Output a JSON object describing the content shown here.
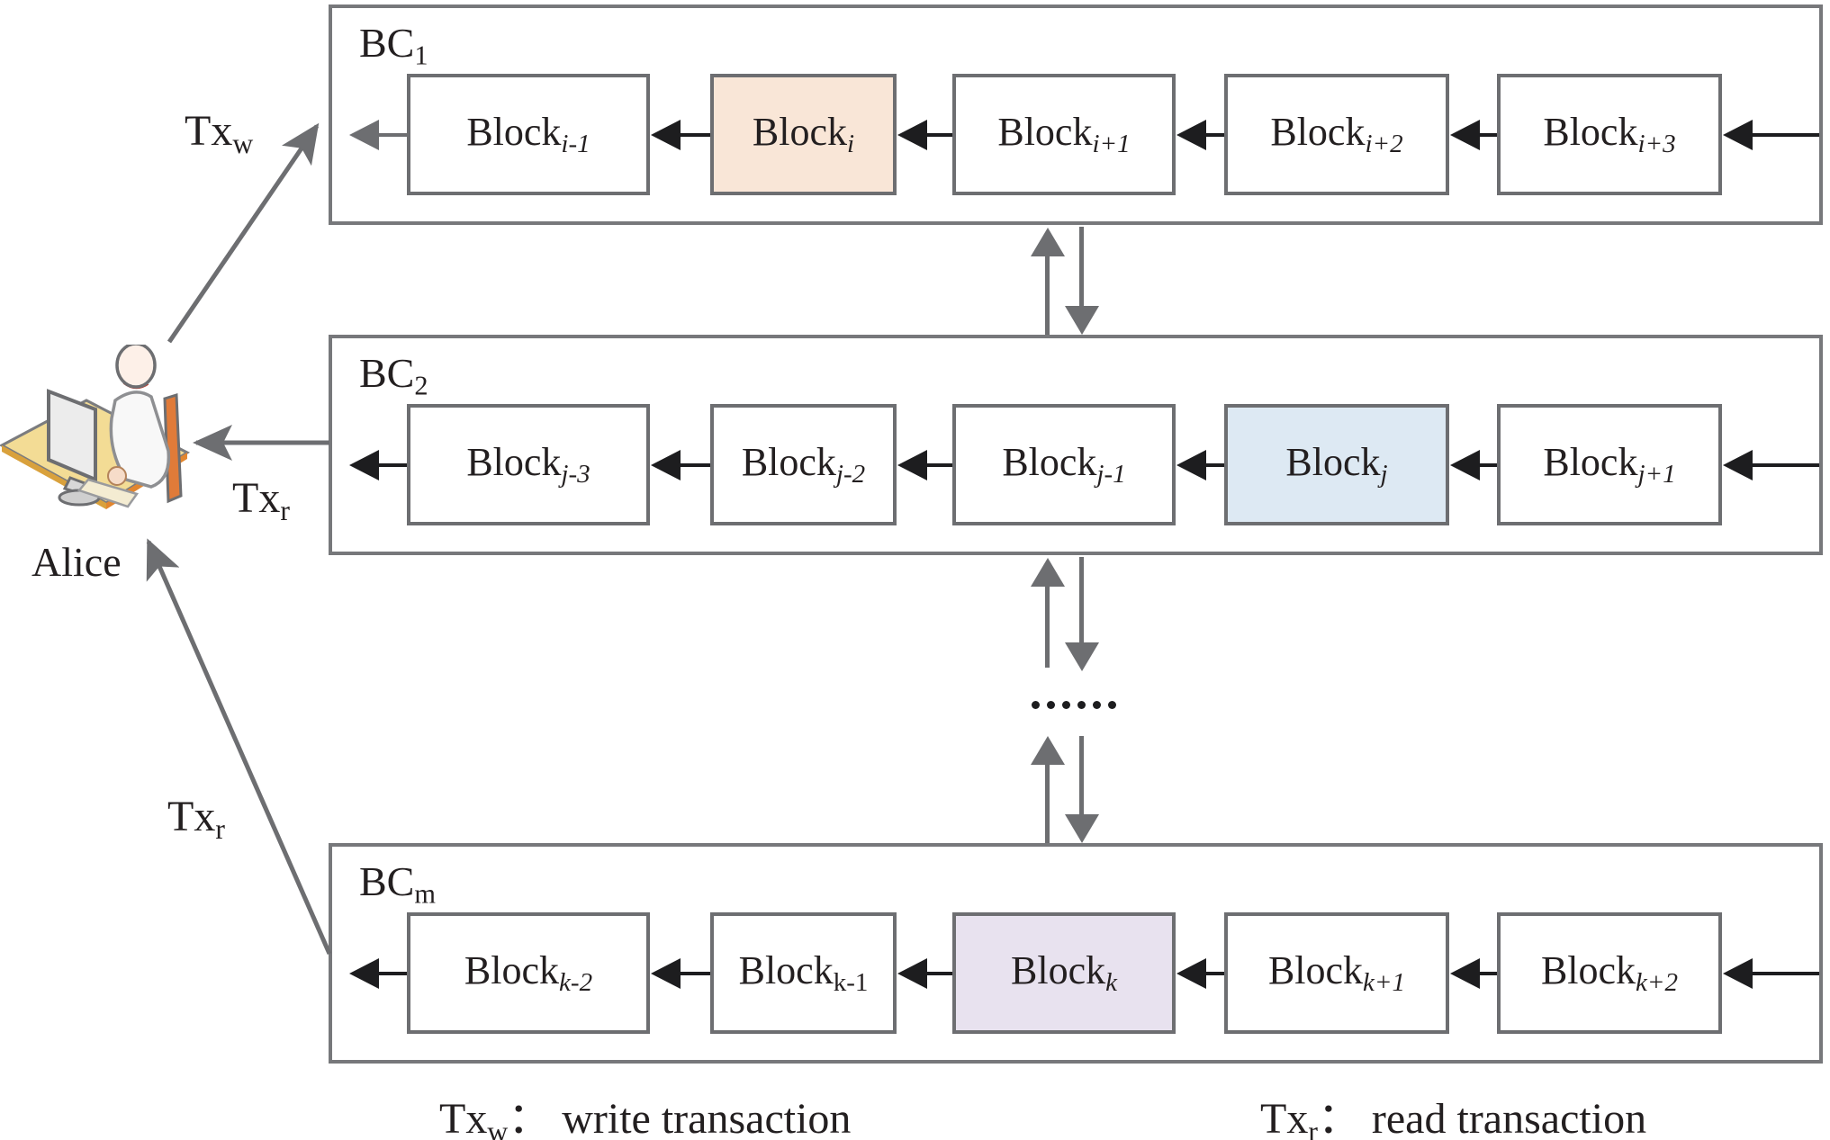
{
  "chains": [
    {
      "label": {
        "base": "BC",
        "sub": "1"
      },
      "blocks": [
        {
          "base": "Block",
          "sub": "i-1"
        },
        {
          "base": "Block",
          "sub": "i",
          "highlight": "#f9e6d7"
        },
        {
          "base": "Block",
          "sub": "i+1"
        },
        {
          "base": "Block",
          "sub": "i+2"
        },
        {
          "base": "Block",
          "sub": "i+3"
        }
      ]
    },
    {
      "label": {
        "base": "BC",
        "sub": "2"
      },
      "blocks": [
        {
          "base": "Block",
          "sub": "j-3"
        },
        {
          "base": "Block",
          "sub": "j-2"
        },
        {
          "base": "Block",
          "sub": "j-1"
        },
        {
          "base": "Block",
          "sub": "j",
          "highlight": "#dde9f3"
        },
        {
          "base": "Block",
          "sub": "j+1"
        }
      ]
    },
    {
      "label": {
        "base": "BC",
        "sub": "m"
      },
      "blocks": [
        {
          "base": "Block",
          "sub": "k-2"
        },
        {
          "base": "Block",
          "sub": "k-1"
        },
        {
          "base": "Block",
          "sub": "k",
          "highlight": "#e8e2ef"
        },
        {
          "base": "Block",
          "sub": "k+1"
        },
        {
          "base": "Block",
          "sub": "k+2"
        }
      ]
    }
  ],
  "actor": {
    "label": "Alice"
  },
  "transactions": {
    "write": {
      "base": "Tx",
      "sub": "w"
    },
    "read_top": {
      "base": "Tx",
      "sub": "r"
    },
    "read_bottom": {
      "base": "Tx",
      "sub": "r"
    }
  },
  "ellipsis": "……",
  "legend": {
    "write": {
      "base": "Tx",
      "sub": "w",
      "desc": "：  write transaction"
    },
    "read": {
      "base": "Tx",
      "sub": "r",
      "desc": "：  read transaction"
    }
  },
  "colors": {
    "container_border": "#77787b",
    "block_border": "#6d6e71",
    "arrow_black": "#1d1d1f",
    "arrow_gray": "#6d6e71",
    "highlight_bc1": "#f9e6d7",
    "highlight_bc2": "#dde9f3",
    "highlight_bcm": "#e8e2ef",
    "text": "#231f20"
  }
}
